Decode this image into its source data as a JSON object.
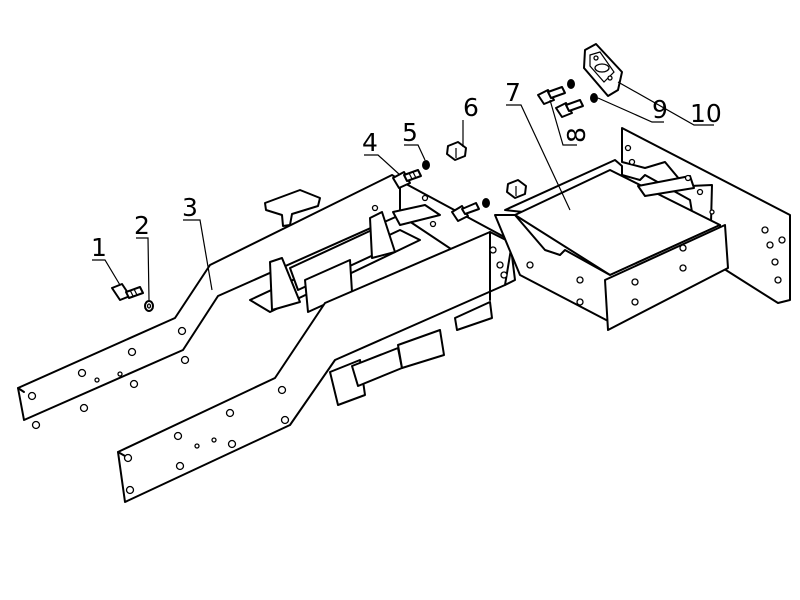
{
  "diagram": {
    "type": "exploded-assembly-drawing",
    "callouts": [
      {
        "id": "1",
        "text": "1"
      },
      {
        "id": "2",
        "text": "2"
      },
      {
        "id": "3",
        "text": "3"
      },
      {
        "id": "4",
        "text": "4"
      },
      {
        "id": "5",
        "text": "5"
      },
      {
        "id": "6",
        "text": "6"
      },
      {
        "id": "7",
        "text": "7"
      },
      {
        "id": "8",
        "text": "8"
      },
      {
        "id": "9",
        "text": "9"
      },
      {
        "id": "10",
        "text": "10"
      }
    ],
    "colors": {
      "line": "#000000",
      "background": "#ffffff"
    }
  }
}
